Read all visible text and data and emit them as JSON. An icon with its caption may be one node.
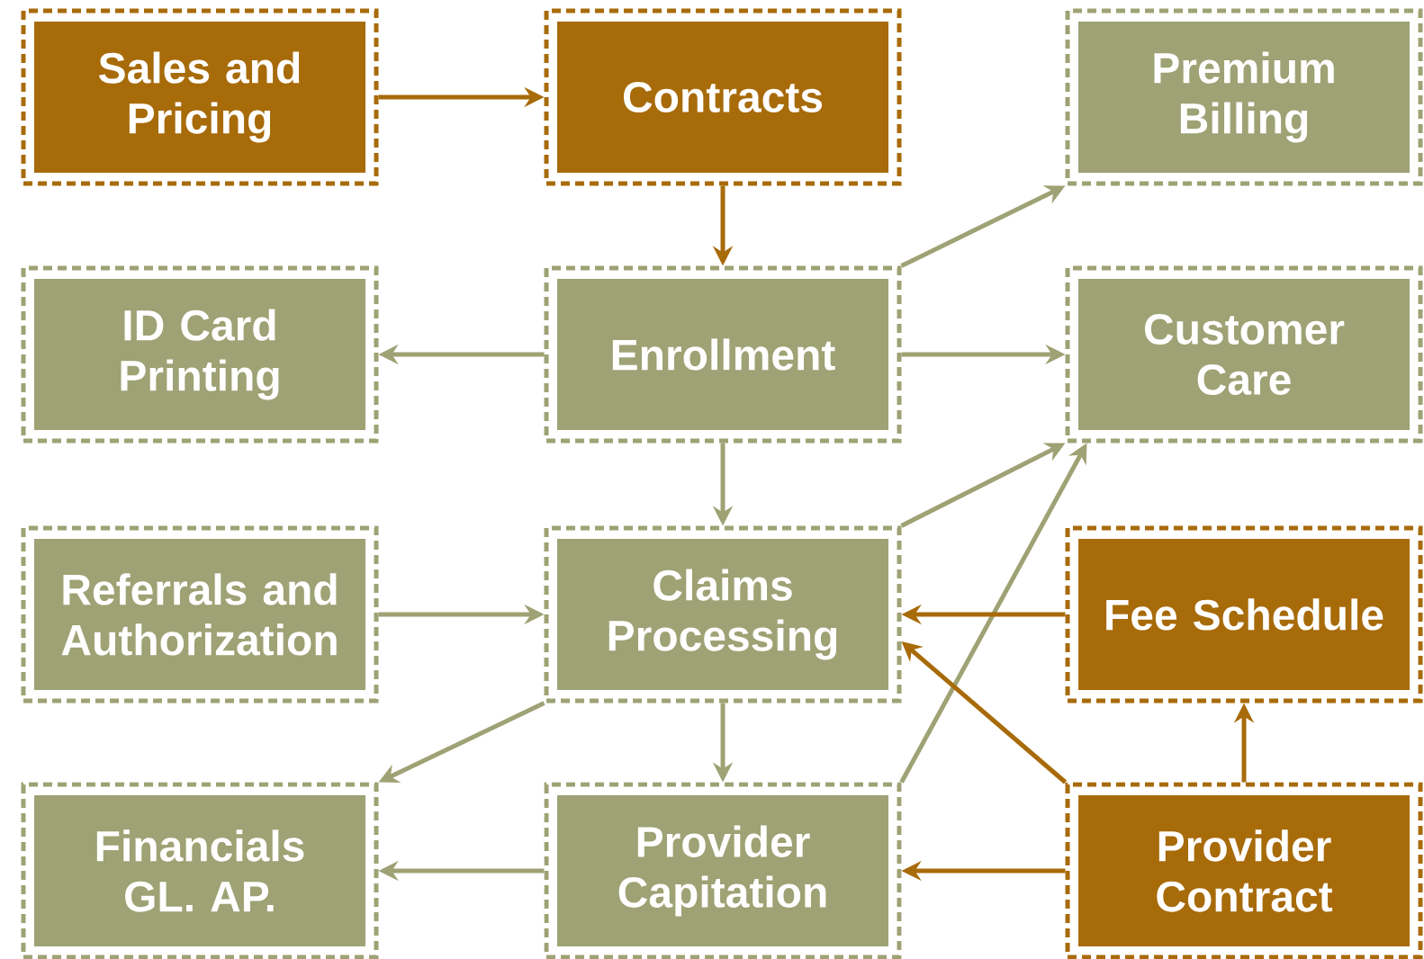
{
  "diagram": {
    "nodes": [
      {
        "text": [
          "Sales and Pricing"
        ]
      },
      {
        "text": [
          "Contracts"
        ]
      },
      {
        "text": [
          "Premium Billing"
        ]
      },
      {
        "text": [
          "ID Card Printing"
        ]
      },
      {
        "text": [
          "Enrollment"
        ]
      },
      {
        "text": [
          "Customer Care"
        ]
      },
      {
        "text": [
          "Referrals and Authorization"
        ]
      },
      {
        "text": [
          "Claims Processing"
        ]
      },
      {
        "text": [
          "Fee Schedule"
        ]
      },
      {
        "text": [
          "Financials GL. AP."
        ]
      },
      {
        "text": [
          "Provider Capitation"
        ]
      },
      {
        "text": [
          "Provider Contract"
        ]
      }
    ],
    "edges": [
      {
        "from": 0,
        "to": 1,
        "arrow": "to",
        "color": "#a86b0a"
      },
      {
        "from": 1,
        "to": 4,
        "arrow": "to",
        "color": "#a86b0a"
      },
      {
        "from": 4,
        "to": 2,
        "arrow": "to"
      },
      {
        "from": 4,
        "to": 3,
        "arrow": "to"
      },
      {
        "from": 4,
        "to": 5,
        "arrow": "to"
      },
      {
        "from": 4,
        "to": 7,
        "arrow": "to"
      },
      {
        "from": 6,
        "to": 7,
        "arrow": "to"
      },
      {
        "from": 7,
        "to": 5,
        "arrow": "to"
      },
      {
        "from": 7,
        "to": 9,
        "arrow": "to"
      },
      {
        "from": 7,
        "to": 10,
        "arrow": "to"
      },
      {
        "from": 10,
        "to": 5,
        "arrow": "to"
      },
      {
        "from": 8,
        "to": 7,
        "arrow": "to",
        "color": "#a86b0a"
      },
      {
        "from": 11,
        "to": 7,
        "arrow": "to",
        "color": "#a86b0a"
      },
      {
        "from": 11,
        "to": 8,
        "arrow": "to",
        "color": "#a86b0a"
      },
      {
        "from": 11,
        "to": 10,
        "arrow": "to",
        "color": "#a86b0a"
      },
      {
        "from": 10,
        "to": 9,
        "arrow": "to"
      }
    ]
  }
}
